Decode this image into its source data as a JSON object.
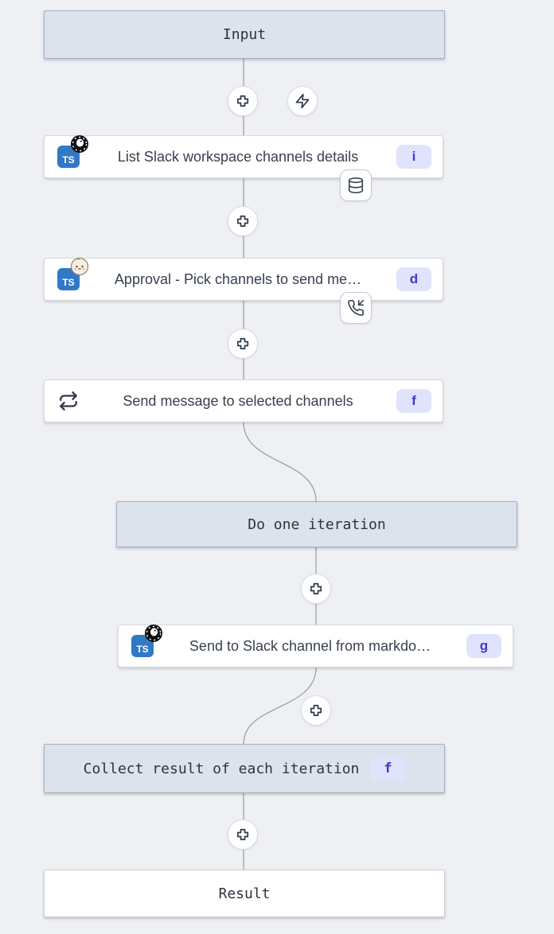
{
  "colors": {
    "canvas_bg": "#eef0f4",
    "virtual_box_bg": "#dce3ec",
    "virtual_box_border": "#a4afbc",
    "node_bg": "#ffffff",
    "node_border": "#d5d9df",
    "badge_bg": "#dfe4fc",
    "badge_text": "#4338ca",
    "connector": "#9aa1ab",
    "icon_stroke": "#2d3748",
    "typescript_blue": "#3178c6"
  },
  "input_box": {
    "label": "Input"
  },
  "result_box": {
    "label": "Result"
  },
  "icons": {
    "ts_label": "TS",
    "language_node_a": "deno",
    "language_node_b": "bun",
    "language_node_e": "deno",
    "indicator_node_a": "cache-database",
    "indicator_node_b": "suspend-approval-phone-incoming",
    "loop_icon": "repeat-loop",
    "add_step": "plus",
    "trigger": "zap"
  },
  "nodes": {
    "list_channels": {
      "title": "List Slack workspace channels details",
      "badge": "i"
    },
    "approval": {
      "title": "Approval - Pick channels to send me…",
      "badge": "d"
    },
    "send_message": {
      "title": "Send message to selected channels",
      "badge": "f"
    },
    "do_iteration": {
      "label": "Do one iteration"
    },
    "send_markdown": {
      "title": "Send to Slack channel from markdo…",
      "badge": "g"
    },
    "collect_result": {
      "label": "Collect result of each iteration",
      "badge": "f"
    }
  }
}
